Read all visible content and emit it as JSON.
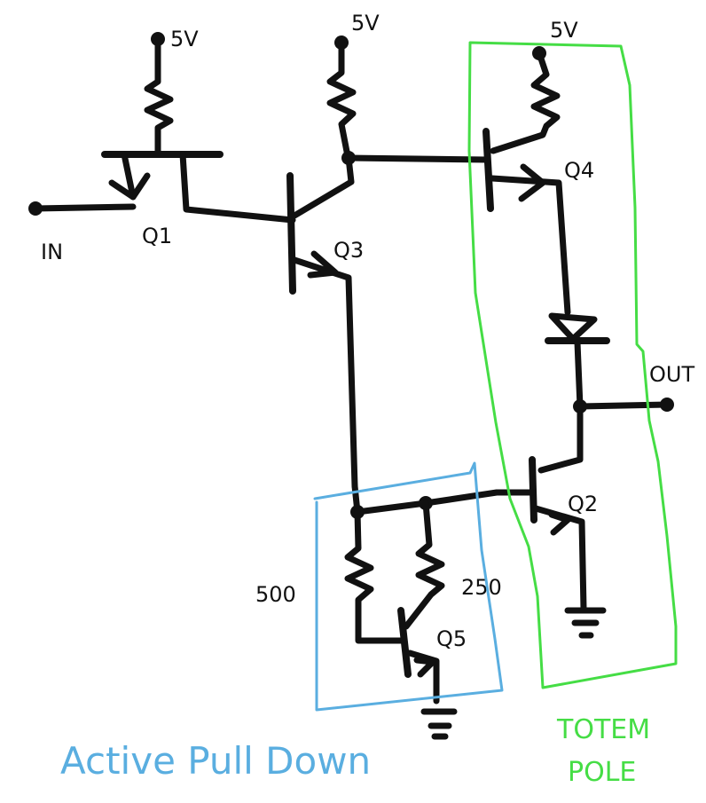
{
  "colors": {
    "ink": "#111111",
    "active_pulldown": "#5aaee0",
    "totem_pole": "#45dd45"
  },
  "labels": {
    "vcc_left": "5V",
    "vcc_middle": "5V",
    "vcc_right": "5V",
    "input": "IN",
    "output": "OUT",
    "q1": "Q1",
    "q2": "Q2",
    "q3": "Q3",
    "q4": "Q4",
    "q5": "Q5",
    "r500": "500",
    "r250": "250"
  },
  "groups": {
    "active_pulldown": "Active Pull Down",
    "totem_pole_line1": "TOTEM",
    "totem_pole_line2": "POLE"
  }
}
